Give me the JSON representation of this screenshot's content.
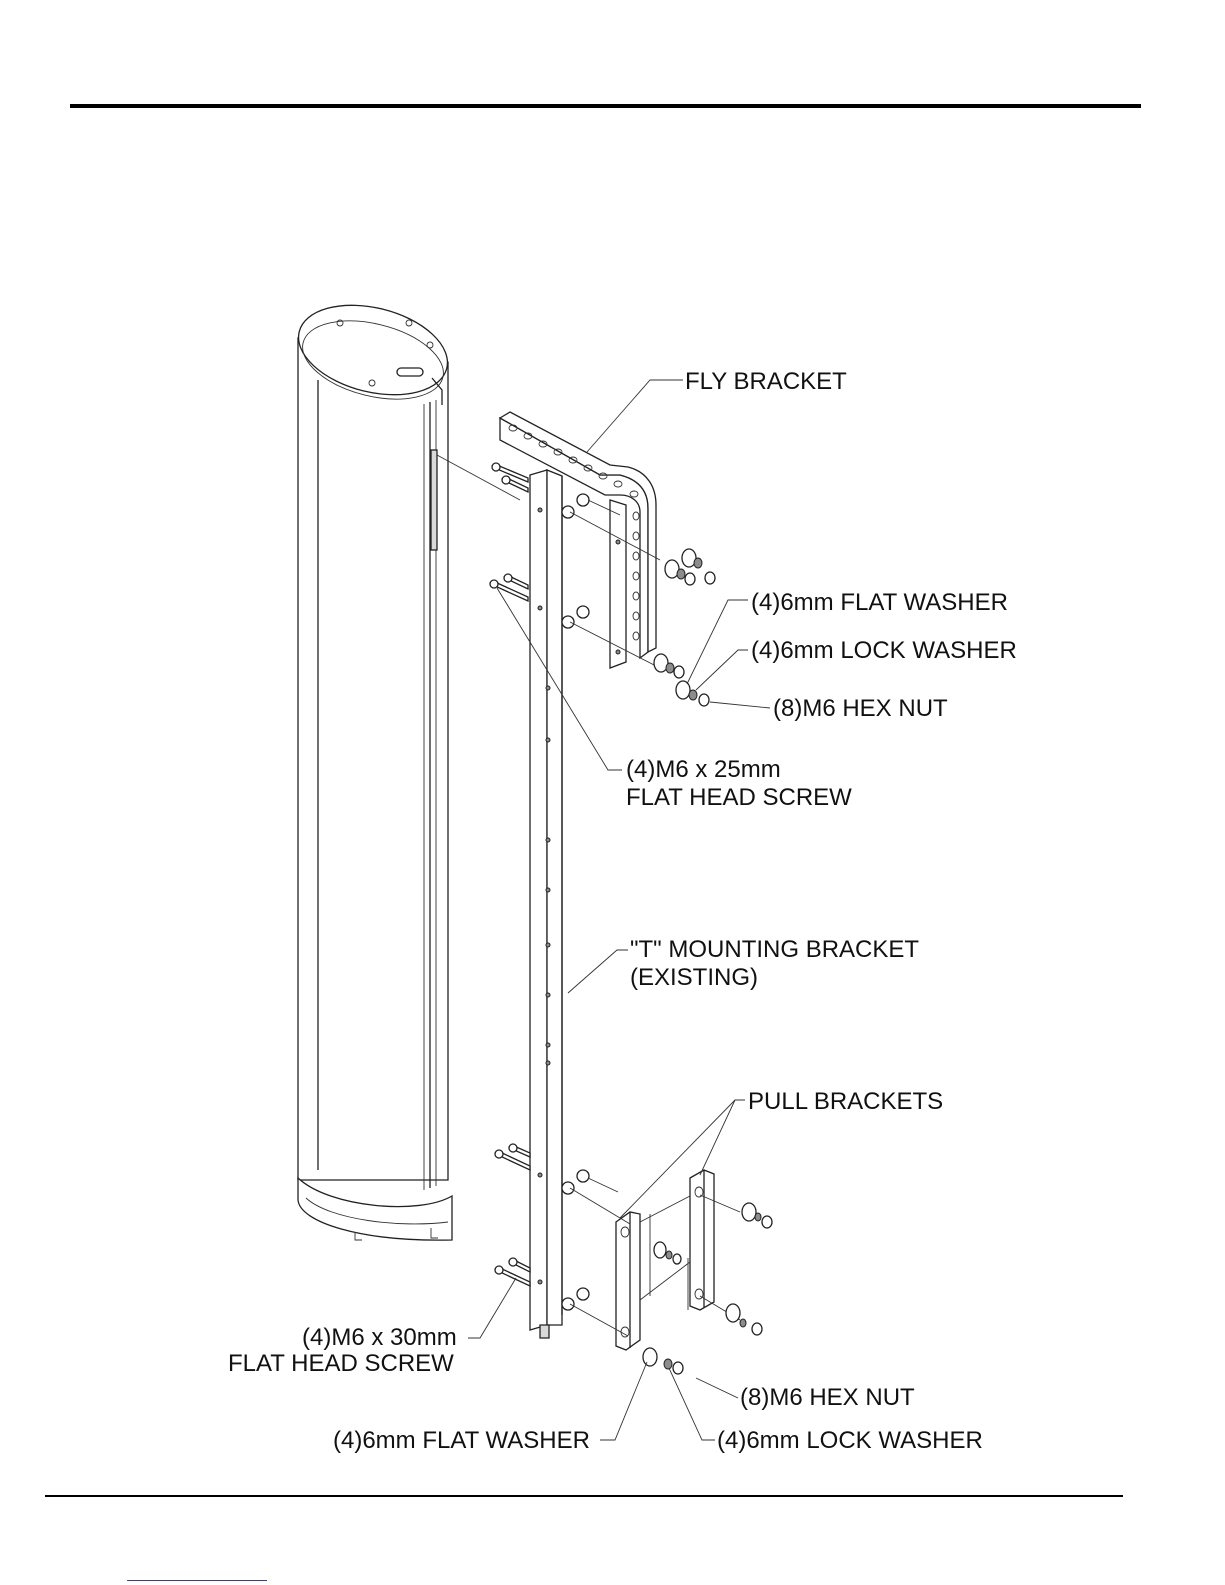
{
  "labels": {
    "fly_bracket": "FLY BRACKET",
    "flat_washer_top": "(4)6mm FLAT WASHER",
    "lock_washer_top": "(4)6mm LOCK WASHER",
    "hex_nut_top": "(8)M6 HEX NUT",
    "screw_25_line1": "(4)M6 x 25mm",
    "screw_25_line2": "FLAT HEAD SCREW",
    "t_bracket_line1": "\"T\" MOUNTING BRACKET",
    "t_bracket_line2": "(EXISTING)",
    "pull_brackets": "PULL BRACKETS",
    "screw_30_line1": "(4)M6 x 30mm",
    "screw_30_line2": "FLAT HEAD SCREW",
    "hex_nut_bottom": "(8)M6 HEX NUT",
    "flat_washer_bottom": "(4)6mm FLAT WASHER",
    "lock_washer_bottom": "(4)6mm LOCK WASHER"
  }
}
